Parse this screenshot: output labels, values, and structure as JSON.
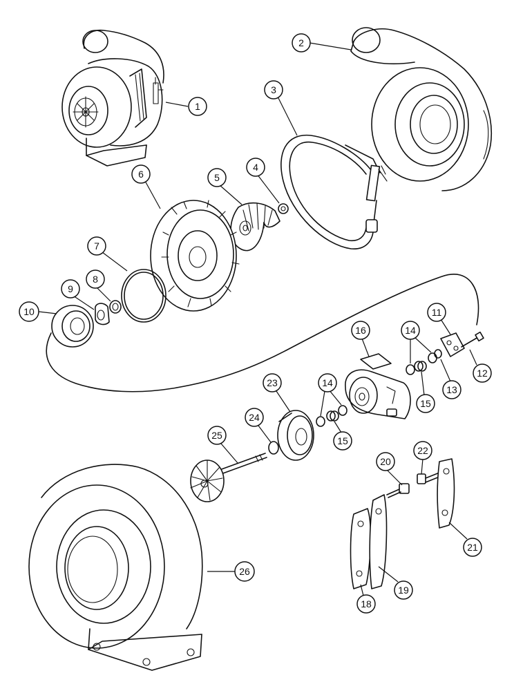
{
  "figure": {
    "type": "exploded parts diagram",
    "callouts": [
      {
        "id": "c1",
        "label": "1"
      },
      {
        "id": "c2",
        "label": "2"
      },
      {
        "id": "c3",
        "label": "3"
      },
      {
        "id": "c4",
        "label": "4"
      },
      {
        "id": "c5",
        "label": "5"
      },
      {
        "id": "c6",
        "label": "6"
      },
      {
        "id": "c7",
        "label": "7"
      },
      {
        "id": "c8",
        "label": "8"
      },
      {
        "id": "c9",
        "label": "9"
      },
      {
        "id": "c10",
        "label": "10"
      },
      {
        "id": "c11",
        "label": "11"
      },
      {
        "id": "c12",
        "label": "12"
      },
      {
        "id": "c13",
        "label": "13"
      },
      {
        "id": "c14a",
        "label": "14"
      },
      {
        "id": "c14b",
        "label": "14"
      },
      {
        "id": "c15a",
        "label": "15"
      },
      {
        "id": "c15b",
        "label": "15"
      },
      {
        "id": "c16",
        "label": "16"
      },
      {
        "id": "c18",
        "label": "18"
      },
      {
        "id": "c19",
        "label": "19"
      },
      {
        "id": "c20",
        "label": "20"
      },
      {
        "id": "c21",
        "label": "21"
      },
      {
        "id": "c22",
        "label": "22"
      },
      {
        "id": "c23",
        "label": "23"
      },
      {
        "id": "c24",
        "label": "24"
      },
      {
        "id": "c25",
        "label": "25"
      },
      {
        "id": "c26",
        "label": "26"
      }
    ]
  }
}
